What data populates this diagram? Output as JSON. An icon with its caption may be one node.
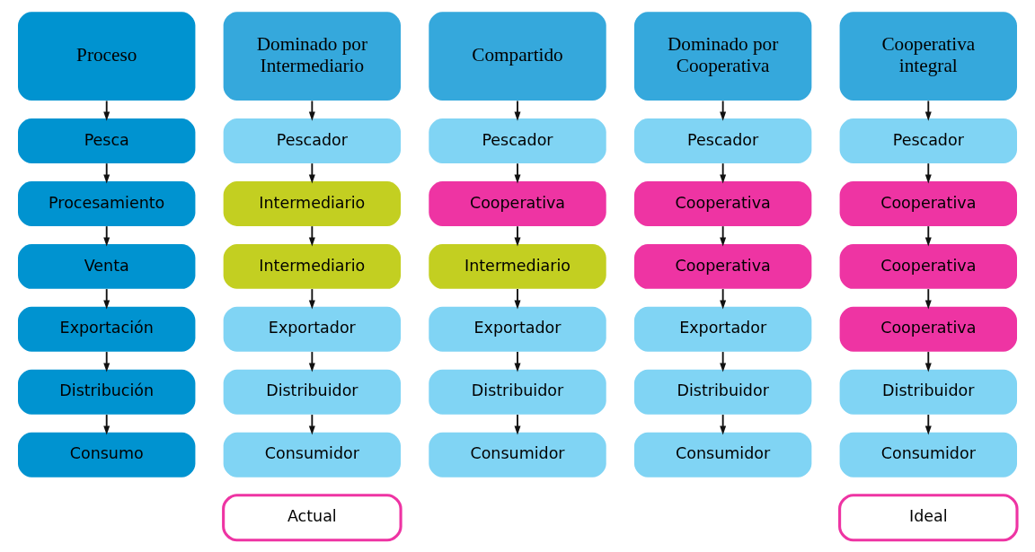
{
  "diagram": {
    "nodes": [
      {
        "text": [
          "Proceso"
        ]
      },
      {
        "text": [
          "Pesca"
        ]
      },
      {
        "text": [
          "Procesamiento"
        ]
      },
      {
        "text": [
          "Venta"
        ]
      },
      {
        "text": [
          "Exportación"
        ]
      },
      {
        "text": [
          "Distribución"
        ]
      },
      {
        "text": [
          "Consumo"
        ]
      },
      {
        "text": [
          "Dominado por Intermediario"
        ]
      },
      {
        "text": [
          "Pescador"
        ]
      },
      {
        "text": [
          "Intermediario"
        ]
      },
      {
        "text": [
          "Intermediario"
        ]
      },
      {
        "text": [
          "Exportador"
        ]
      },
      {
        "text": [
          "Distribuidor"
        ]
      },
      {
        "text": [
          "Consumidor"
        ]
      },
      {
        "text": [
          "Compartido"
        ]
      },
      {
        "text": [
          "Pescador"
        ]
      },
      {
        "text": [
          "Cooperativa"
        ]
      },
      {
        "text": [
          "Intermediario"
        ]
      },
      {
        "text": [
          "Exportador"
        ]
      },
      {
        "text": [
          "Distribuidor"
        ]
      },
      {
        "text": [
          "Consumidor"
        ]
      },
      {
        "text": [
          "Dominado por Cooperativa"
        ]
      },
      {
        "text": [
          "Pescador"
        ]
      },
      {
        "text": [
          "Cooperativa"
        ]
      },
      {
        "text": [
          "Cooperativa"
        ]
      },
      {
        "text": [
          "Exportador"
        ]
      },
      {
        "text": [
          "Distribuidor"
        ]
      },
      {
        "text": [
          "Consumidor"
        ]
      },
      {
        "text": [
          "Cooperativa integral"
        ]
      },
      {
        "text": [
          "Pescador"
        ]
      },
      {
        "text": [
          "Cooperativa"
        ]
      },
      {
        "text": [
          "Cooperativa"
        ]
      },
      {
        "text": [
          "Cooperativa"
        ]
      },
      {
        "text": [
          "Distribuidor"
        ]
      },
      {
        "text": [
          "Consumidor"
        ]
      },
      {
        "text": [
          "Actual"
        ]
      },
      {
        "text": [
          "Ideal"
        ]
      }
    ],
    "edges": [
      {
        "from": 0,
        "to": 1,
        "arrow": "to"
      },
      {
        "from": 1,
        "to": 2,
        "arrow": "to"
      },
      {
        "from": 2,
        "to": 3,
        "arrow": "to"
      },
      {
        "from": 3,
        "to": 4,
        "arrow": "to"
      },
      {
        "from": 4,
        "to": 5,
        "arrow": "to"
      },
      {
        "from": 5,
        "to": 6,
        "arrow": "to"
      },
      {
        "from": 7,
        "to": 8,
        "arrow": "to"
      },
      {
        "from": 8,
        "to": 9,
        "arrow": "to"
      },
      {
        "from": 9,
        "to": 10,
        "arrow": "to"
      },
      {
        "from": 10,
        "to": 11,
        "arrow": "to"
      },
      {
        "from": 11,
        "to": 12,
        "arrow": "to"
      },
      {
        "from": 12,
        "to": 13,
        "arrow": "to"
      },
      {
        "from": 14,
        "to": 15,
        "arrow": "to"
      },
      {
        "from": 15,
        "to": 16,
        "arrow": "to"
      },
      {
        "from": 16,
        "to": 17,
        "arrow": "to"
      },
      {
        "from": 17,
        "to": 18,
        "arrow": "to"
      },
      {
        "from": 18,
        "to": 19,
        "arrow": "to"
      },
      {
        "from": 19,
        "to": 20,
        "arrow": "to"
      },
      {
        "from": 21,
        "to": 22,
        "arrow": "to"
      },
      {
        "from": 22,
        "to": 23,
        "arrow": "to"
      },
      {
        "from": 23,
        "to": 24,
        "arrow": "to"
      },
      {
        "from": 24,
        "to": 25,
        "arrow": "to"
      },
      {
        "from": 25,
        "to": 26,
        "arrow": "to"
      },
      {
        "from": 26,
        "to": 27,
        "arrow": "to"
      },
      {
        "from": 28,
        "to": 29,
        "arrow": "to"
      },
      {
        "from": 29,
        "to": 30,
        "arrow": "to"
      },
      {
        "from": 30,
        "to": 31,
        "arrow": "to"
      },
      {
        "from": 31,
        "to": 32,
        "arrow": "to"
      },
      {
        "from": 32,
        "to": 33,
        "arrow": "to"
      },
      {
        "from": 33,
        "to": 34,
        "arrow": "to"
      }
    ]
  }
}
